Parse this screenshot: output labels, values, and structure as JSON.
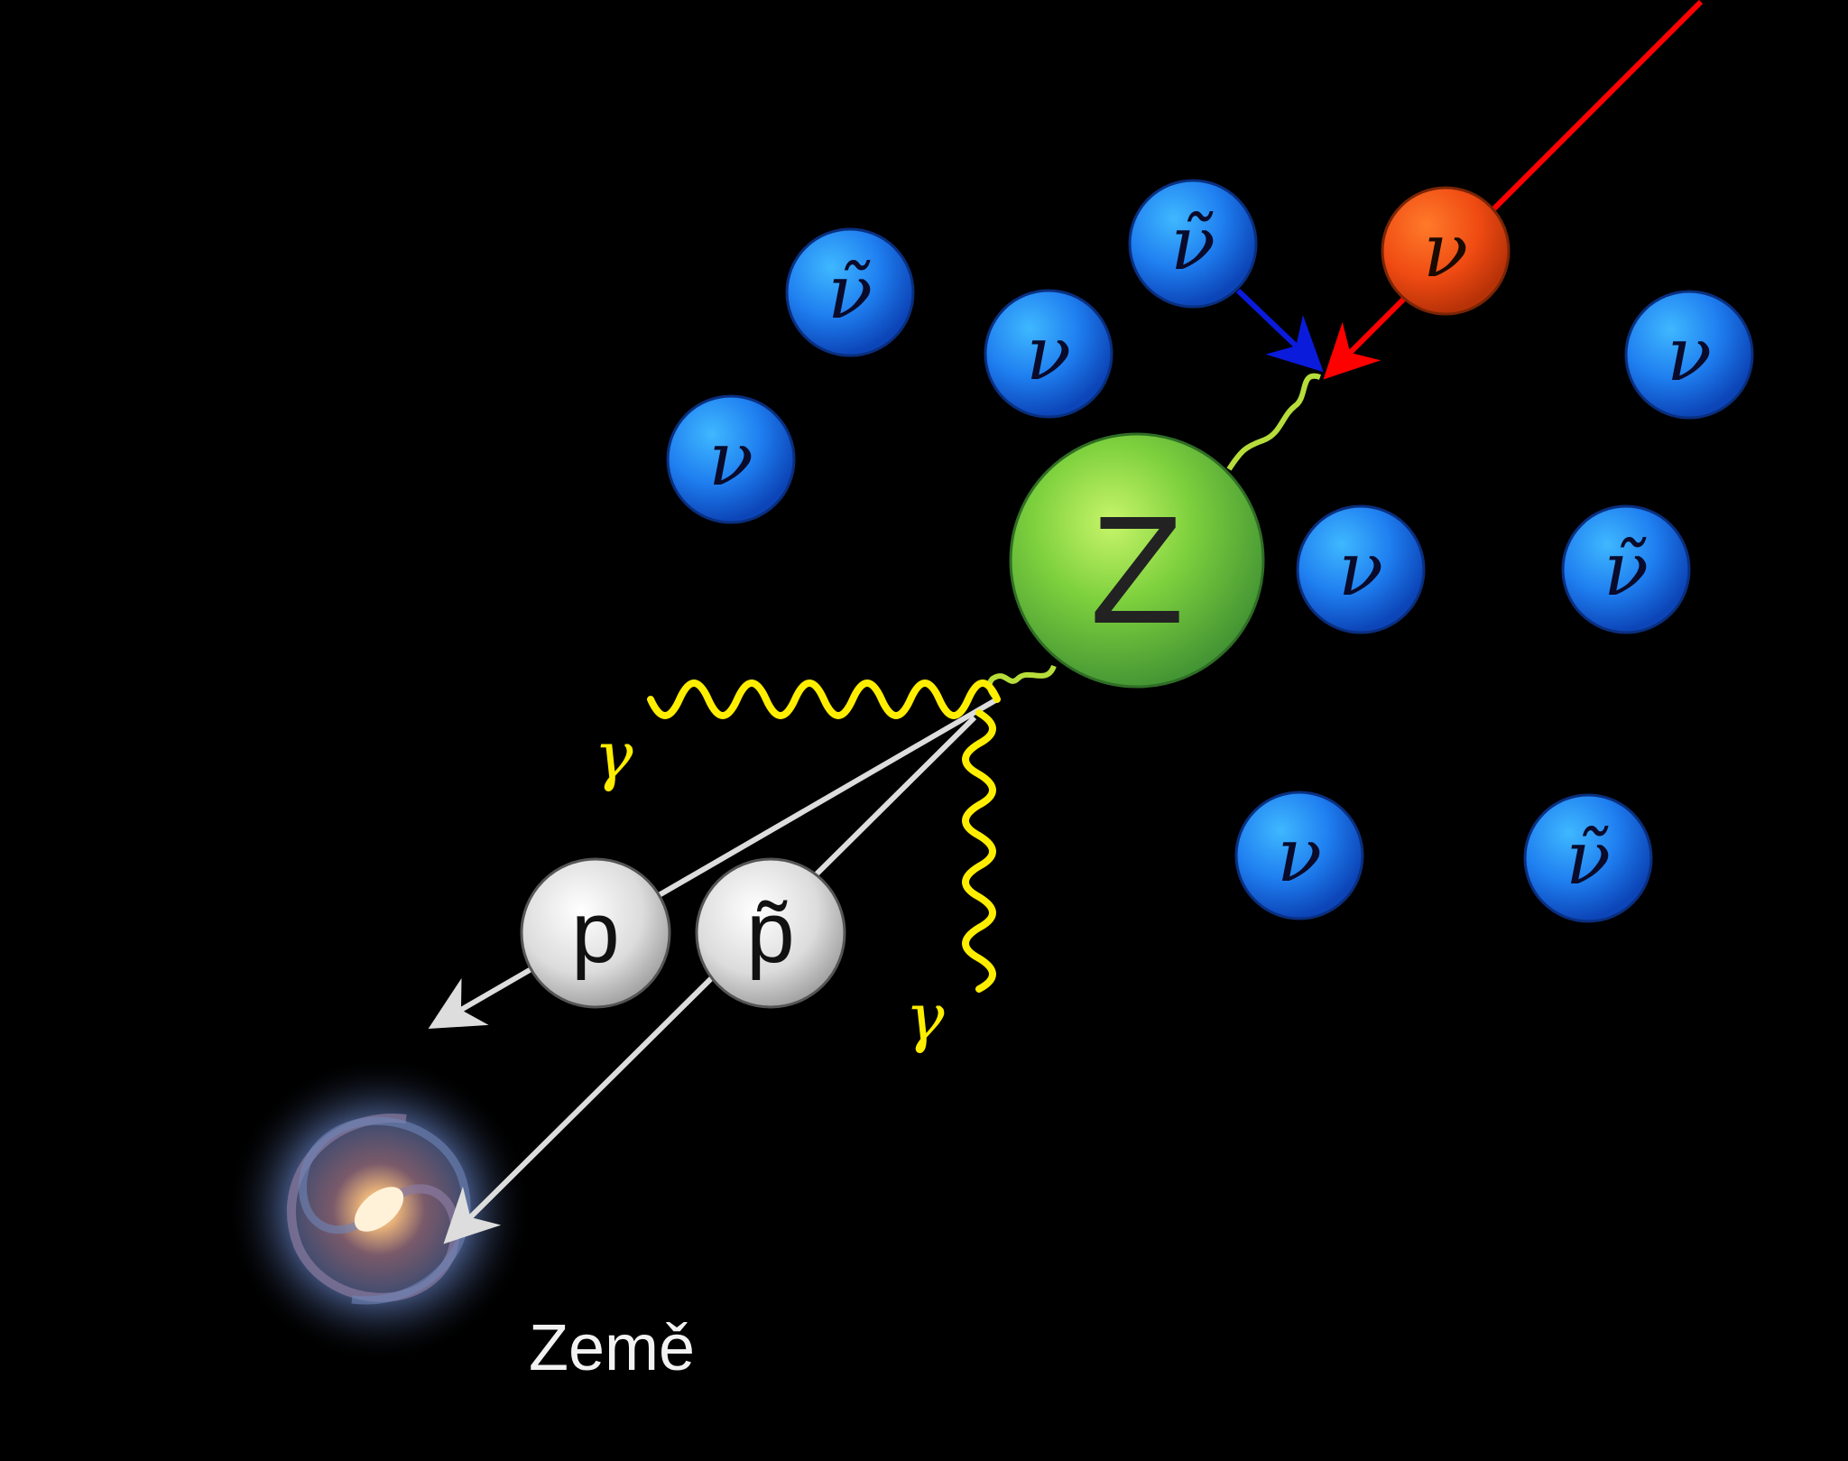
{
  "colors": {
    "background": "#000000",
    "neutrino_blue": "#1f7ff0",
    "incoming_neutrino": "#f24a12",
    "z_boson": "#5fbf3a",
    "photon": "#ffee00",
    "proton": "#d8d8d8",
    "incoming_arrow": "#ff0000",
    "antineutrino_arrow": "#0a1bdc",
    "outgoing_arrow": "#dddddd"
  },
  "symbols": {
    "neutrino": "ν",
    "antineutrino": "ν̃",
    "z_boson": "Z",
    "photon": "γ",
    "proton": "p",
    "antiproton": "p̃"
  },
  "labels": {
    "earth": "Země"
  },
  "particles": [
    {
      "id": "antineutrino-1",
      "kind": "antineutrino"
    },
    {
      "id": "neutrino-1",
      "kind": "neutrino"
    },
    {
      "id": "neutrino-2",
      "kind": "neutrino"
    },
    {
      "id": "antineutrino-2",
      "kind": "antineutrino"
    },
    {
      "id": "incoming-neutrino",
      "kind": "neutrino",
      "highlight": true
    },
    {
      "id": "neutrino-3",
      "kind": "neutrino"
    },
    {
      "id": "neutrino-4",
      "kind": "neutrino"
    },
    {
      "id": "antineutrino-3",
      "kind": "antineutrino"
    },
    {
      "id": "neutrino-5",
      "kind": "neutrino"
    },
    {
      "id": "antineutrino-4",
      "kind": "antineutrino"
    }
  ]
}
